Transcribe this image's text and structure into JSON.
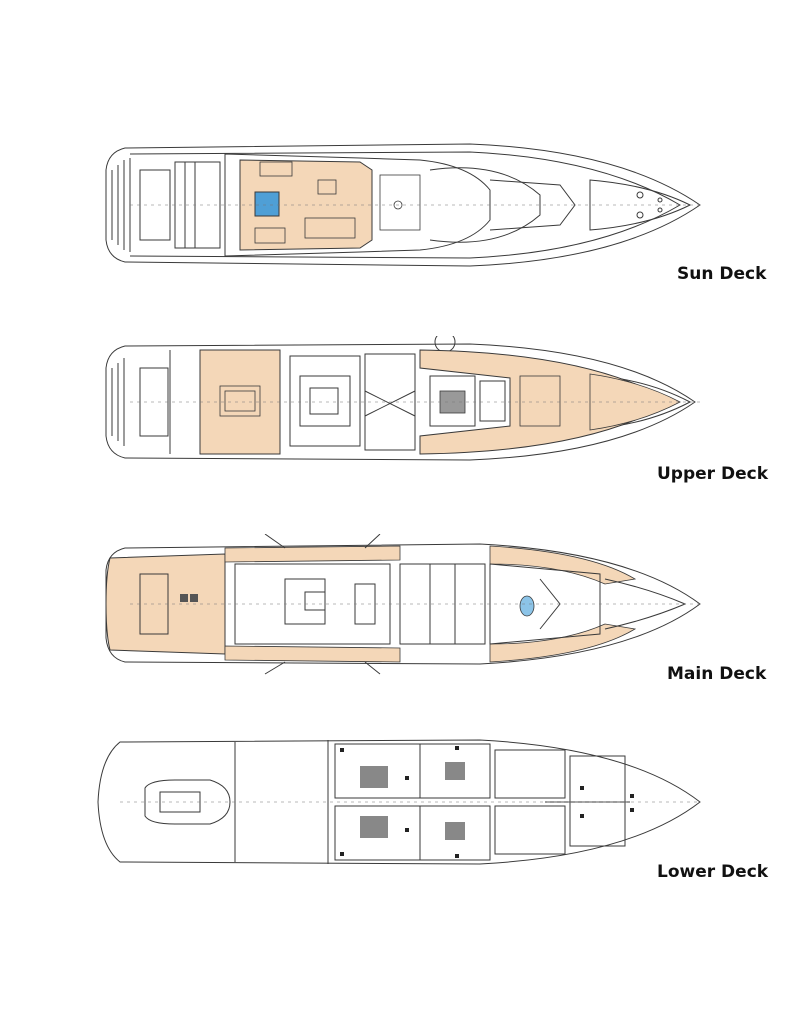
{
  "decks": [
    {
      "id": "sun",
      "label": "Sun Deck"
    },
    {
      "id": "upper",
      "label": "Upper Deck"
    },
    {
      "id": "main",
      "label": "Main Deck"
    },
    {
      "id": "lower",
      "label": "Lower Deck"
    }
  ],
  "colors": {
    "hull_line": "#3a3a3a",
    "deck_fill": "#f4d7b8",
    "pool_water": "#4f9fd6",
    "jacuzzi": "#8cc4e8",
    "label_text": "#111111"
  }
}
